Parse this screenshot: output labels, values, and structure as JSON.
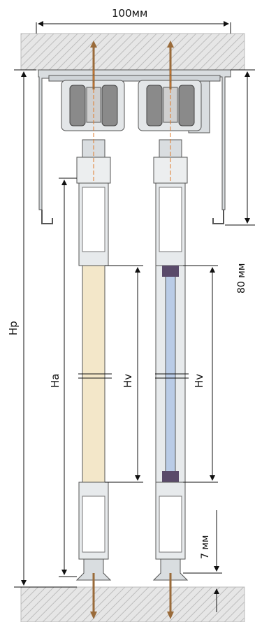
{
  "dimensions": {
    "width_label": "100мм",
    "top_gap_label": "80 мм",
    "bottom_gap_label": "7 мм",
    "total_height_label": "Hp",
    "panel_a_label": "Ha",
    "insert_left_label": "Hv",
    "insert_right_label": "Hv"
  },
  "colors": {
    "wall_hatch": "#cfcfcf",
    "profile": "#d9dde0",
    "profile_stroke": "#555",
    "roller": "#8a8a8a",
    "left_insert": "#f3e7c9",
    "right_insert": "#b9cbe6",
    "seal": "#5a4a6a",
    "axis": "#e07b2a",
    "screw": "#9a6b3a"
  }
}
